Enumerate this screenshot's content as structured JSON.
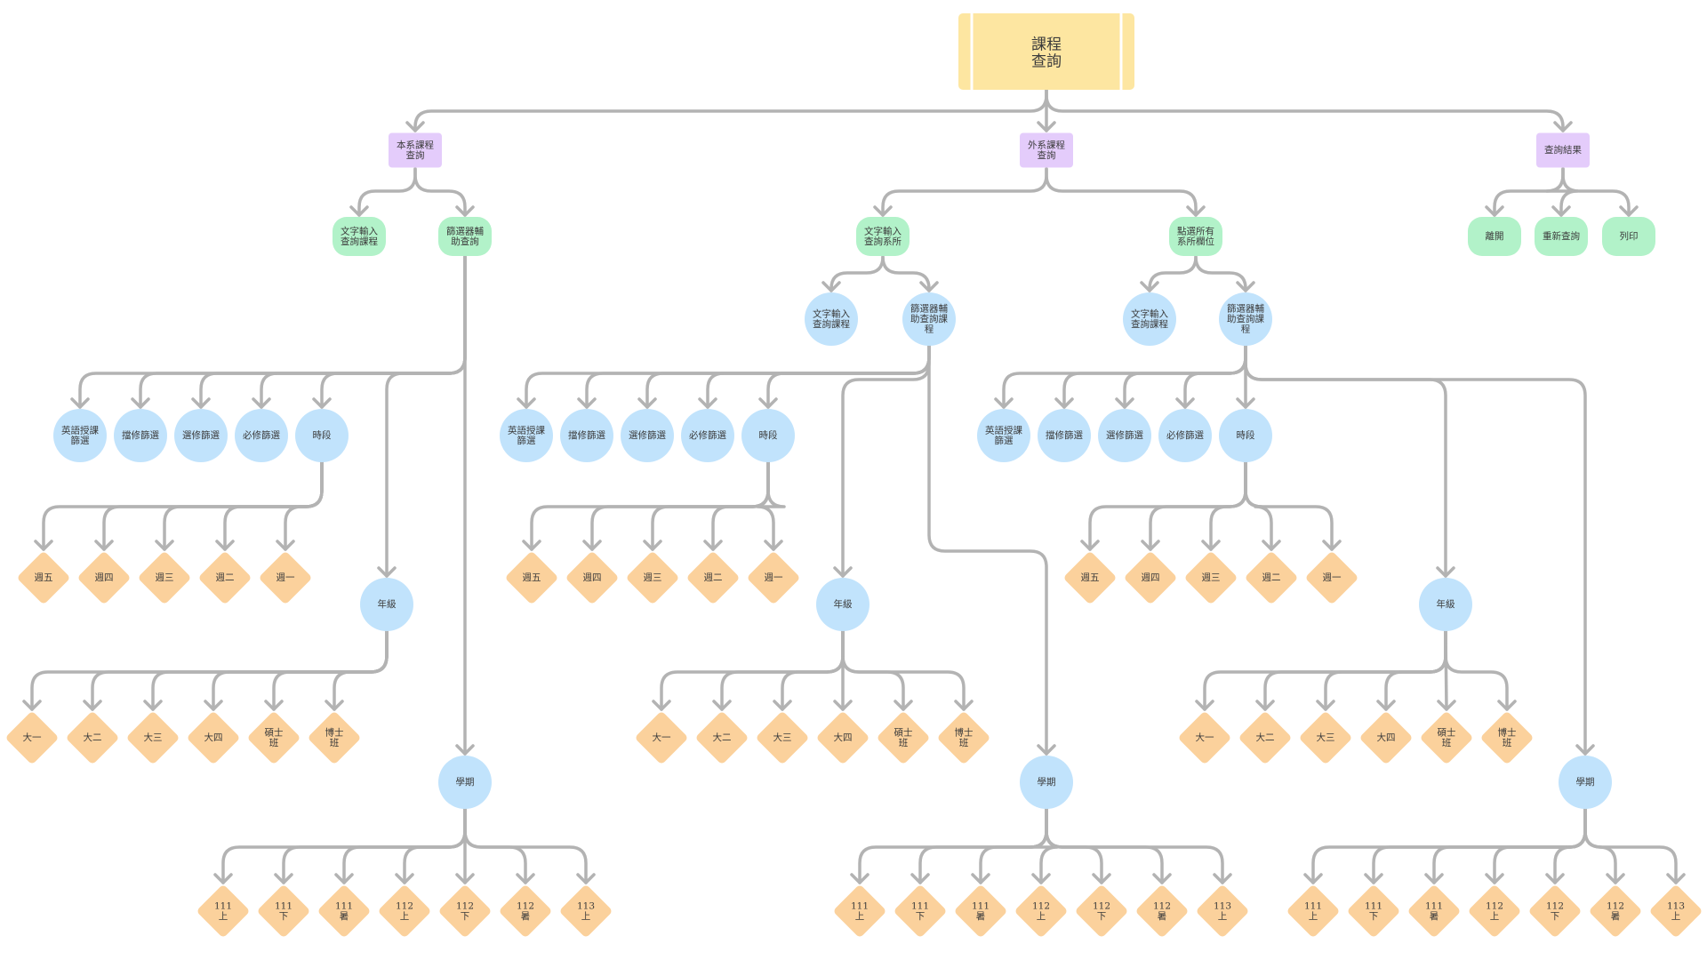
{
  "title": "課程查詢",
  "colors": {
    "root": "#fde6a1",
    "category": "#e4ccfb",
    "action": "#b2f2c9",
    "filter": "#c1e3fc",
    "option": "#fbd19c",
    "edge": "#b3b3b3",
    "text": "#3b3b3b"
  },
  "root": {
    "label": "課程\n查詢"
  },
  "categories": [
    {
      "id": "own",
      "label": "本系課程\n查詢"
    },
    {
      "id": "other",
      "label": "外系課程\n查詢"
    },
    {
      "id": "result",
      "label": "查詢結果"
    }
  ],
  "own_dept": {
    "text_search": "文字輸入\n查詢課程",
    "filter_search": "篩選器輔\n助查詢"
  },
  "other_dept": {
    "text_search_dept": "文字輸入\n查詢系所",
    "click_all_dept": "點選所有\n系所欄位",
    "text_search_course": "文字輸入\n查詢課程",
    "filter_search_course": "篩選器輔\n助查詢課\n程"
  },
  "result_actions": [
    "離開",
    "重新查詢",
    "列印"
  ],
  "filters": [
    "英語授課\n篩選",
    "擋修篩選",
    "選修篩選",
    "必修篩選",
    "時段"
  ],
  "grade_label": "年級",
  "semester_label": "學期",
  "weekdays": [
    "週五",
    "週四",
    "週三",
    "週二",
    "週一"
  ],
  "grades": [
    "大一",
    "大二",
    "大三",
    "大四",
    "碩士\n班",
    "博士\n班"
  ],
  "semesters": [
    "111\n上",
    "111\n下",
    "111\n暑",
    "112\n上",
    "112\n下",
    "112\n暑",
    "113\n上"
  ]
}
